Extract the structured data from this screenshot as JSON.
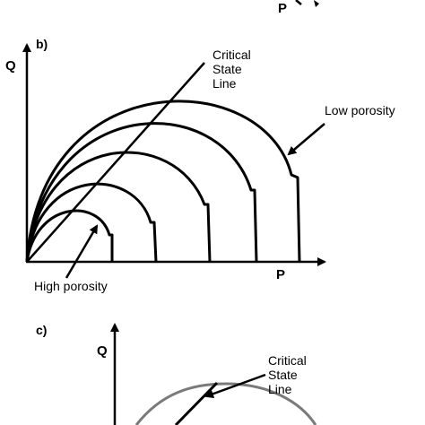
{
  "panel_a": {
    "x_axis_label": "P"
  },
  "panel_b": {
    "panel_label": "b)",
    "y_axis_label": "Q",
    "x_axis_label": "P",
    "csl_label_lines": [
      "Critical",
      "State",
      "Line"
    ],
    "low_porosity_label": "Low porosity",
    "high_porosity_label": "High porosity",
    "yield_surface_count": 5
  },
  "panel_c": {
    "panel_label": "c)",
    "y_axis_label": "Q",
    "csl_label_lines": [
      "Critical",
      "State",
      "Line"
    ]
  },
  "colors": {
    "ink": "#000000",
    "grey_curve": "#7a7a7a",
    "background": "#ffffff"
  }
}
